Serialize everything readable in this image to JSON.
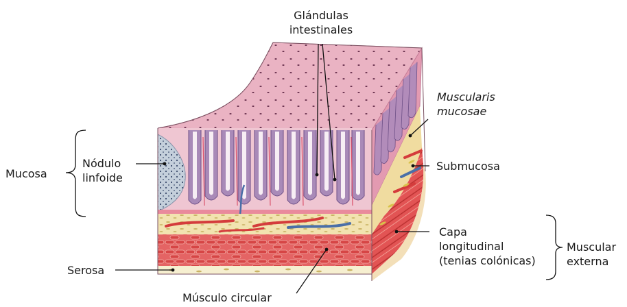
{
  "labels": {
    "glandulas": [
      "Glándulas",
      "intestinales"
    ],
    "muscularis": [
      "Muscularis",
      "mucosae"
    ],
    "mucosa": "Mucosa",
    "nodulo": [
      "Nódulo",
      "linfoide"
    ],
    "submucosa": "Submucosa",
    "capa": [
      "Capa",
      "longitudinal",
      "(tenias colónicas)"
    ],
    "muscular_externa": [
      "Muscular",
      "externa"
    ],
    "serosa": "Serosa",
    "musculo_circular": "Músculo circular"
  },
  "colors": {
    "mucosa_top": "#eab3c3",
    "mucosa_side": "#e29ab2",
    "gland_cell": "#a98ab8",
    "lymph_nodule": "#b7c4d1",
    "submucosa": "#f2e3b0",
    "circular_muscle": "#e05a5a",
    "serosa": "#f6efd0",
    "vessel_red": "#d43c3c",
    "vessel_blue": "#4a6fa8",
    "leader_line": "#111111"
  }
}
